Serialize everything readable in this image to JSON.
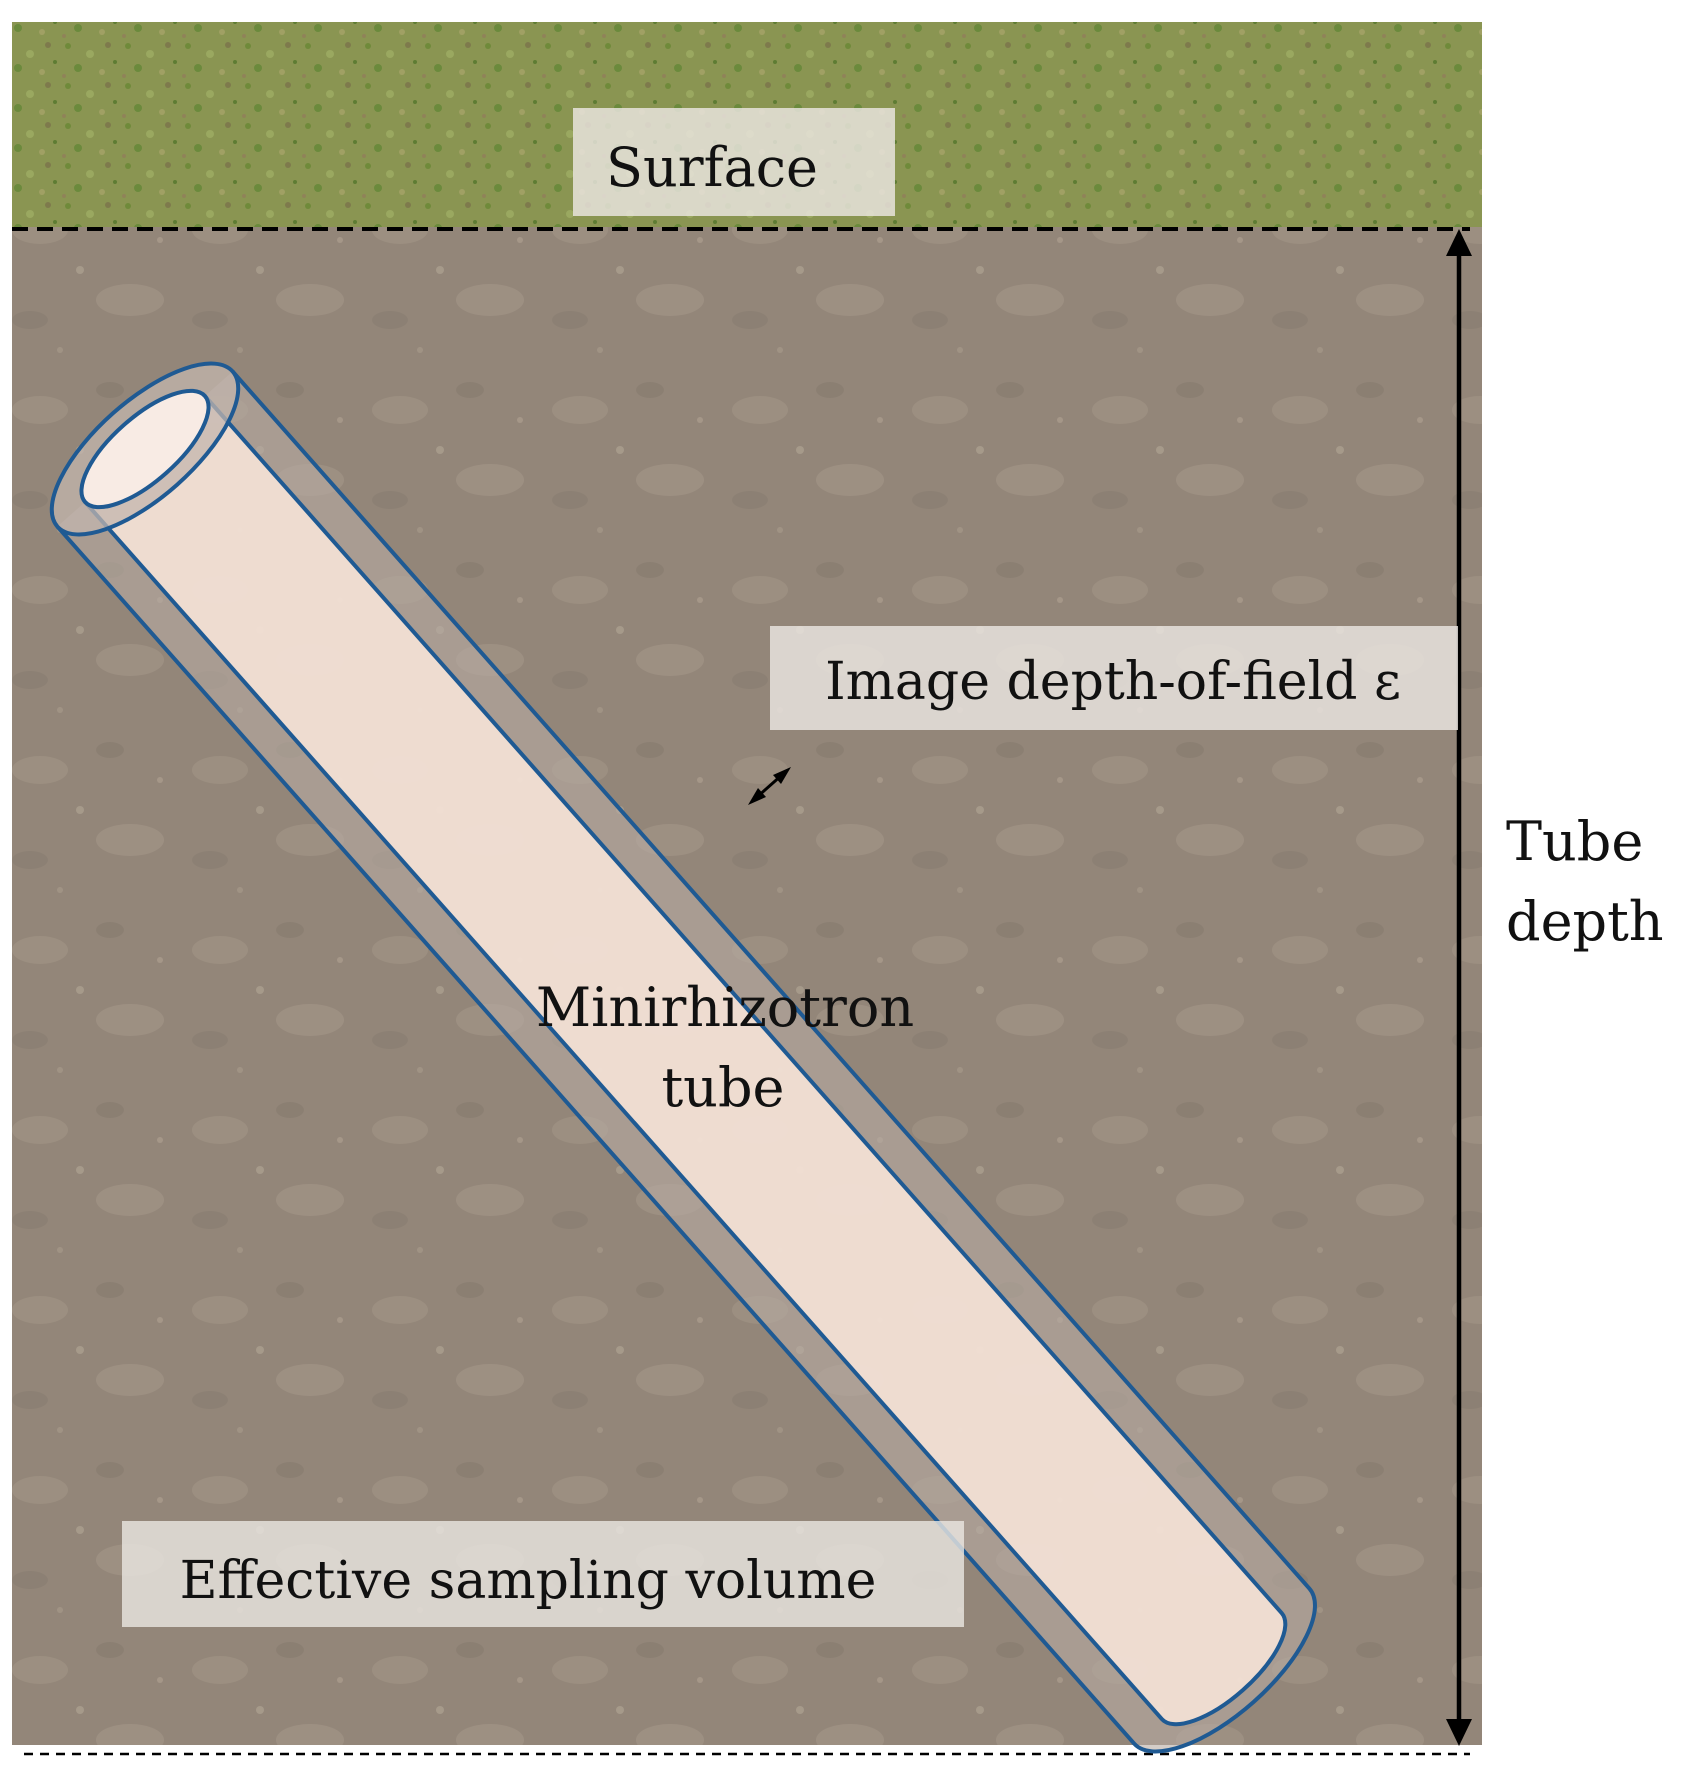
{
  "labels": {
    "surface": "Surface",
    "depth_of_field": "Image depth-of-field ε",
    "tube_depth_line1": "Tube",
    "tube_depth_line2": "depth",
    "tube_name_line1": "Minirhizotron",
    "tube_name_line2": "tube",
    "sampling_volume": "Effective sampling volume"
  },
  "colors": {
    "grass": "#8a9552",
    "soil": "#938679",
    "tube_fill": "#f3e1d5",
    "sampling_shell": "#b8aba4",
    "outline": "#1f5a93",
    "label_box": "#ebe7e2",
    "line": "#000000"
  }
}
